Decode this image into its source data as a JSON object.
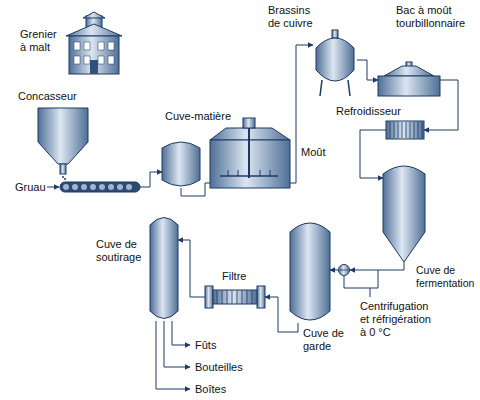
{
  "diagram": {
    "nodes": [
      {
        "text": [
          "Grenier à malt"
        ]
      },
      {
        "text": [
          "Concasseur"
        ]
      },
      {
        "text": [
          "Cuve-matière"
        ]
      },
      {
        "text": [
          "Brassins de cuivre"
        ]
      },
      {
        "text": [
          "Bac à moût tourbillonnaire"
        ]
      },
      {
        "text": [
          "Refroidisseur"
        ]
      },
      {
        "text": [
          "Cuve de fermentation"
        ]
      },
      {
        "text": [
          "Centrifugation et réfrigération à 0 °C"
        ]
      },
      {
        "text": [
          "Cuve de garde"
        ]
      },
      {
        "text": [
          "Filtre"
        ]
      },
      {
        "text": [
          "Cuve de soutirage"
        ]
      }
    ],
    "edges": [
      {
        "from": 1,
        "to": 2,
        "arrow": "to"
      },
      {
        "from": 2,
        "to": 3,
        "label": "Moût",
        "arrow": "to"
      },
      {
        "from": 3,
        "to": 4,
        "arrow": "to"
      },
      {
        "from": 4,
        "to": 5,
        "arrow": "to"
      },
      {
        "from": 5,
        "to": 6,
        "arrow": "to"
      },
      {
        "from": 6,
        "to": 7,
        "arrow": "to"
      },
      {
        "from": 7,
        "to": 8,
        "arrow": "to"
      },
      {
        "from": 8,
        "to": 9,
        "arrow": "to"
      },
      {
        "from": 9,
        "to": 10,
        "arrow": "to"
      }
    ],
    "labels": [
      "Gruau",
      "Fûts",
      "Bouteilles",
      "Boîtes"
    ]
  }
}
